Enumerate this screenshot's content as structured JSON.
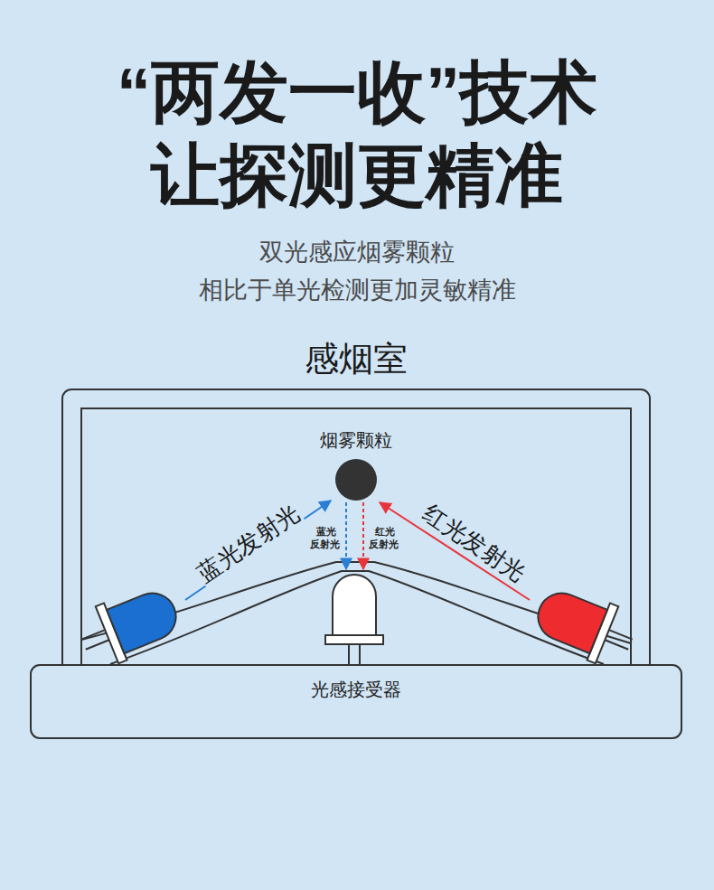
{
  "diagram": {
    "title": "“两发一收”技术 让探测更精准",
    "nodes": [
      {
        "text": [
          "感烟室"
        ]
      },
      {
        "text": [
          "烟雾颗粒"
        ],
        "in": 0
      },
      {
        "text": [
          "光感接受器"
        ]
      }
    ],
    "labels": [
      "双光感应烟雾颗粒 相比于单光检测更加灵敏精准",
      "蓝光发射光",
      "红光发射光",
      "蓝光 反射光",
      "红光 反射光"
    ]
  }
}
